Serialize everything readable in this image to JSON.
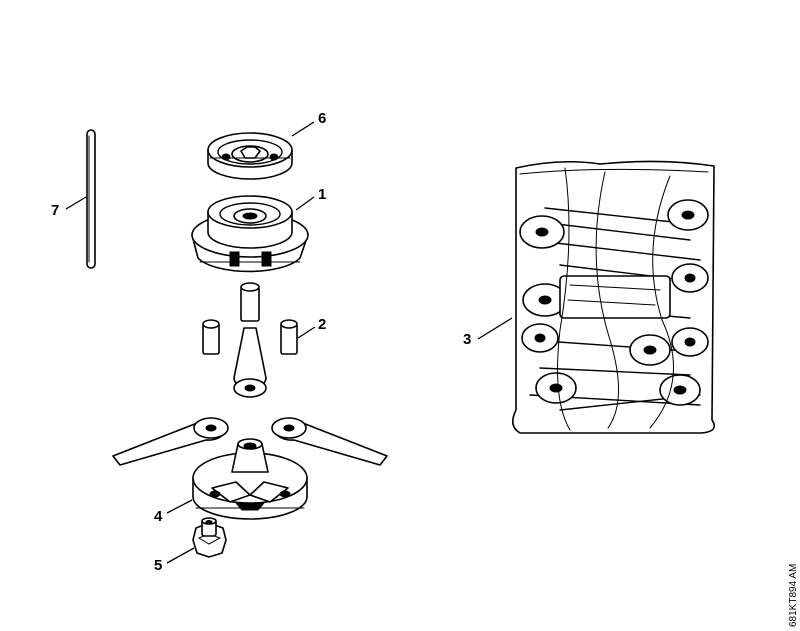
{
  "diagram": {
    "callouts": {
      "c1": "1",
      "c2": "2",
      "c3": "3",
      "c4": "4",
      "c5": "5",
      "c6": "6",
      "c7": "7"
    },
    "document_id": "681KT894 AM"
  }
}
